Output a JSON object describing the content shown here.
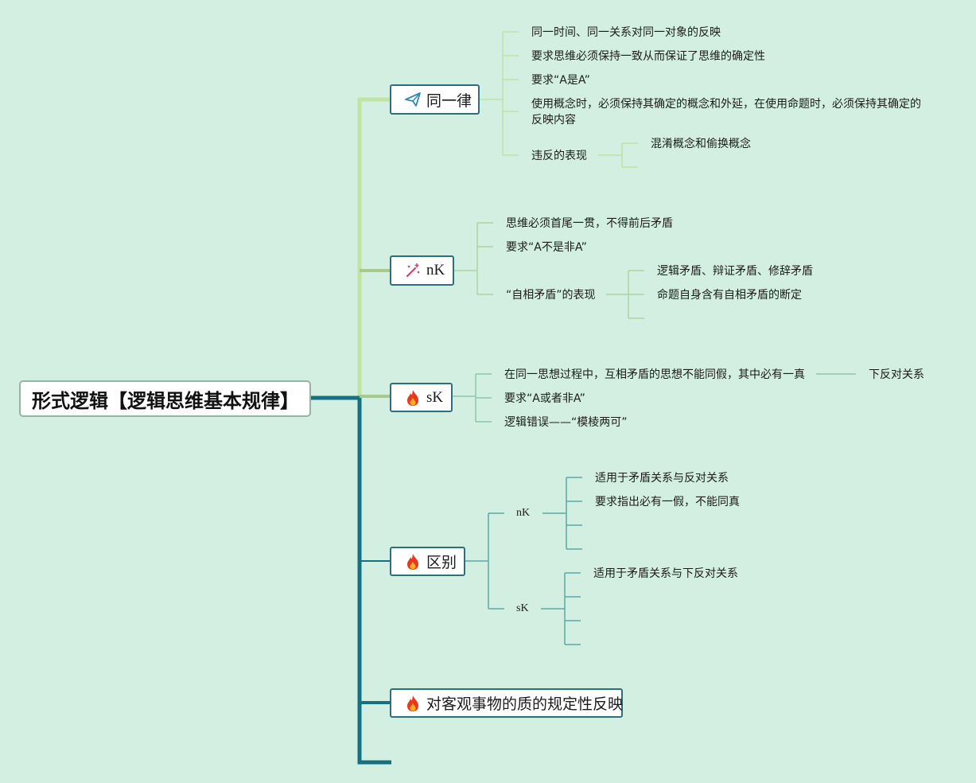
{
  "root": {
    "label": "形式逻辑【逻辑思维基本规律】"
  },
  "colors": {
    "trunk": "#16707f",
    "branch_light": "#bfe3a0",
    "branch_mid": "#a3c98a",
    "leaf_line": "#a9dab5",
    "node_border": "#2e6f7f"
  },
  "branches": {
    "b1": {
      "icon": "paper-plane-icon",
      "label": "同一律",
      "items": [
        "同一时间、同一关系对同一对象的反映",
        "要求思维必须保持一致从而保证了思维的确定性",
        "要求“A是A”",
        "使用概念时，必须保持其确定的概念和外延，在使用命题时，必须保持其确定的反映内容",
        "违反的表现"
      ],
      "sub": [
        "混淆概念和偷换概念"
      ]
    },
    "b2": {
      "icon": "magic-wand-icon",
      "label": "nK",
      "items": [
        "思维必须首尾一贯，不得前后矛盾",
        "要求“A不是非A”",
        "“自相矛盾”的表现"
      ],
      "sub": [
        "逻辑矛盾、辩证矛盾、修辞矛盾",
        "命题自身含有自相矛盾的断定"
      ]
    },
    "b3": {
      "icon": "fire-icon",
      "label": "sK",
      "items": [
        "在同一思想过程中，互相矛盾的思想不能同假，其中必有一真",
        "要求“A或者非A”",
        "逻辑错误——“模棱两可”"
      ],
      "sub": [
        "下反对关系"
      ]
    },
    "b4": {
      "icon": "fire-icon",
      "label": "区别",
      "nk_label": "nK",
      "nk_items": [
        "适用于矛盾关系与反对关系",
        "要求指出必有一假，不能同真"
      ],
      "sk_label": "sK",
      "sk_items": [
        "适用于矛盾关系与下反对关系"
      ]
    },
    "b5": {
      "icon": "fire-icon",
      "label": "对客观事物的质的规定性反映"
    }
  }
}
